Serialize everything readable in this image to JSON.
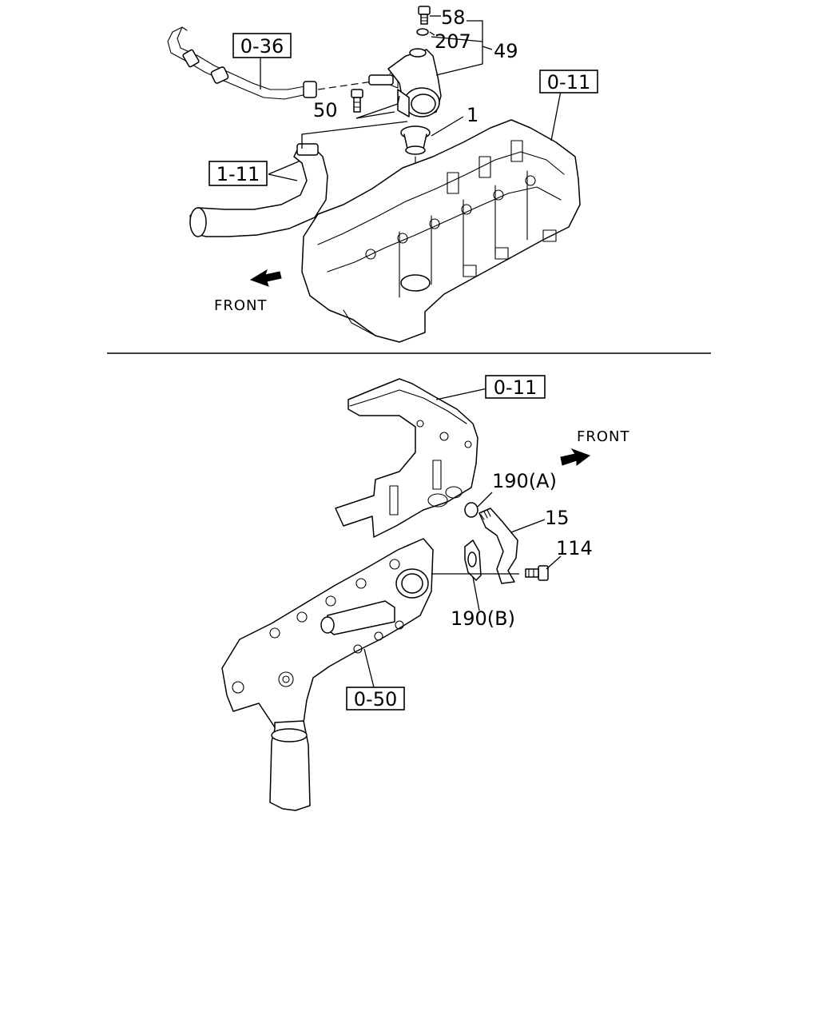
{
  "diagram": {
    "top_section": {
      "part_numbers": {
        "p58": "58",
        "p207": "207",
        "p49": "49",
        "p50": "50",
        "p1": "1"
      },
      "references": {
        "ref_0_36": "0-36",
        "ref_0_11": "0-11",
        "ref_1_11": "1-11"
      },
      "direction_label": "FRONT"
    },
    "bottom_section": {
      "part_numbers": {
        "p190a": "190(A)",
        "p15": "15",
        "p114": "114",
        "p190b": "190(B)"
      },
      "references": {
        "ref_0_11": "0-11",
        "ref_0_50": "0-50"
      },
      "direction_label": "FRONT"
    }
  }
}
